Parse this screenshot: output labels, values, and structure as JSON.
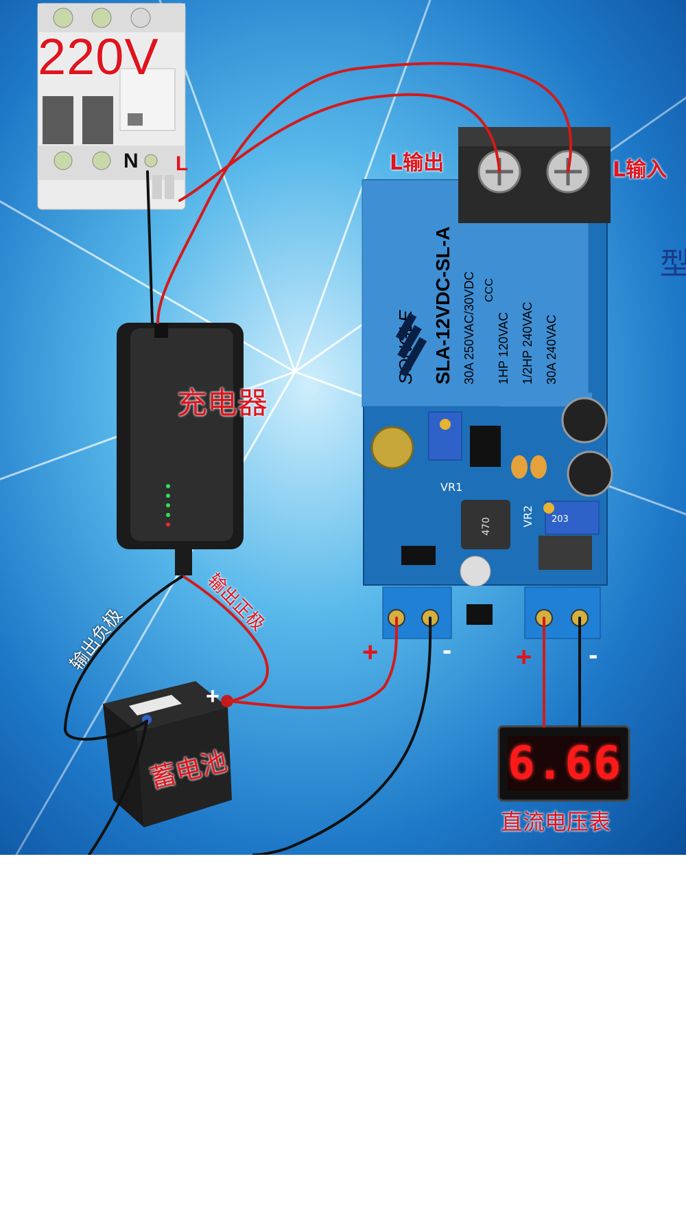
{
  "labels": {
    "voltage_main": "220V",
    "breaker_n": "N",
    "breaker_l": "L",
    "l_output": "L输出",
    "l_input": "L输入",
    "charger": "充电器",
    "battery": "蓄电池",
    "output_negative": "输出负极",
    "output_positive": "输出正极",
    "battery_plus": "+",
    "plus_left": "+",
    "minus_left": "-",
    "plus_right": "+",
    "minus_right": "-",
    "dc_voltmeter": "直流电压表",
    "side_char": "型"
  },
  "voltmeter": {
    "reading": "6.66"
  },
  "relay": {
    "brand": "SONGLE",
    "model": "SLA-12VDC-SL-A",
    "line1": "30A 250VAC/30VDC",
    "line2": "30A 240VAC",
    "line3": "1/2HP 240VAC",
    "line4": "1HP 120VAC",
    "mark_ccc": "CCC"
  },
  "board": {
    "vr1": "VR1",
    "vr2": "VR2",
    "inductor": "470",
    "pot_code": "203"
  },
  "colors": {
    "wire_red": "#d41a1a",
    "wire_black": "#111111",
    "label_red": "#e0141e",
    "board_blue": "#1d6fb8",
    "relay_blue": "#3f8fd4"
  }
}
